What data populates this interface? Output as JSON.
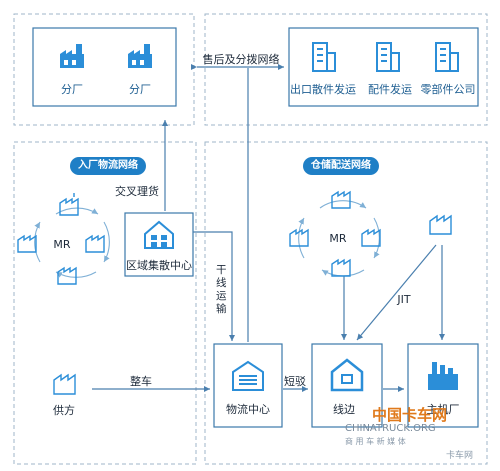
{
  "nodes": {
    "branch_factory_1": "分厂",
    "branch_factory_2": "分厂",
    "export_ckd": "出口散件发运",
    "parts_shipping": "配件发运",
    "parts_company": "零部件公司",
    "regional_hub": "区域集散中心",
    "logistics_center": "物流中心",
    "line_side": "线边",
    "main_plant": "主机厂",
    "supplier": "供方",
    "mr_left": "MR",
    "mr_right": "MR"
  },
  "sections": {
    "inbound_network": "入厂物流网络",
    "warehouse_network": "仓储配送网络"
  },
  "edges": {
    "after_sales": "售后及分拨网络",
    "cross_dock": "交叉理货",
    "trunk_line": "干线运输",
    "full_truck": "整车",
    "short_haul": "短驳",
    "jit": "JIT"
  },
  "watermark": {
    "brand": "中国卡车网",
    "site": "CHINATRUCK.ORG",
    "tagline": "商 用 车 新 媒 体",
    "account": "卡车网"
  },
  "colors": {
    "accent": "#1f7fc6",
    "icon": "#2b8ed8",
    "line": "#4a7fae",
    "text": "#1d2a3a"
  }
}
